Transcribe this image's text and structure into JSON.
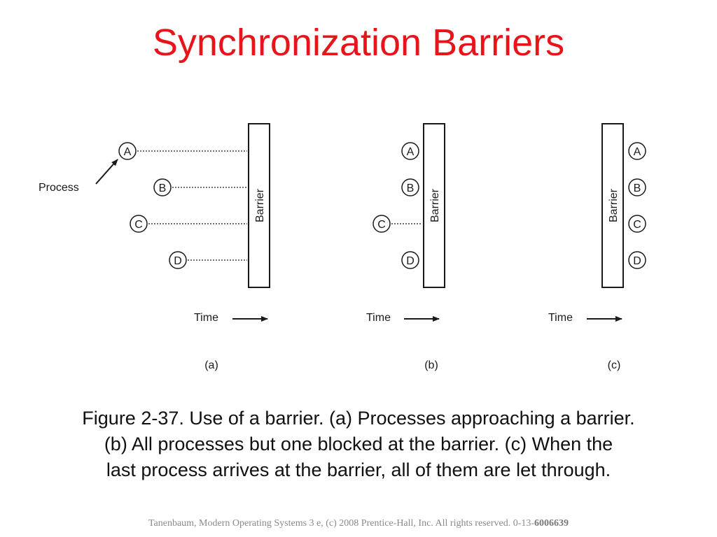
{
  "title": "Synchronization Barriers",
  "process_label": "Process",
  "barrier_label": "Barrier",
  "time_label": "Time",
  "panels": [
    {
      "label": "(a)",
      "processes": [
        "A",
        "B",
        "C",
        "D"
      ]
    },
    {
      "label": "(b)",
      "processes": [
        "A",
        "B",
        "C",
        "D"
      ]
    },
    {
      "label": "(c)",
      "processes": [
        "A",
        "B",
        "C",
        "D"
      ]
    }
  ],
  "caption": {
    "line1": "Figure 2-37. Use of a barrier. (a) Processes approaching a barrier.",
    "line2": "(b) All processes but one blocked at the barrier. (c) When the",
    "line3": "last process arrives at the barrier, all of them are let through."
  },
  "footer": {
    "text": "Tanenbaum, Modern Operating Systems 3 e, (c) 2008 Prentice-Hall, Inc. All rights reserved. 0-13-",
    "isbn_bold": "6006639"
  },
  "colors": {
    "title": "#e8141a",
    "line": "#1a1a1a"
  }
}
